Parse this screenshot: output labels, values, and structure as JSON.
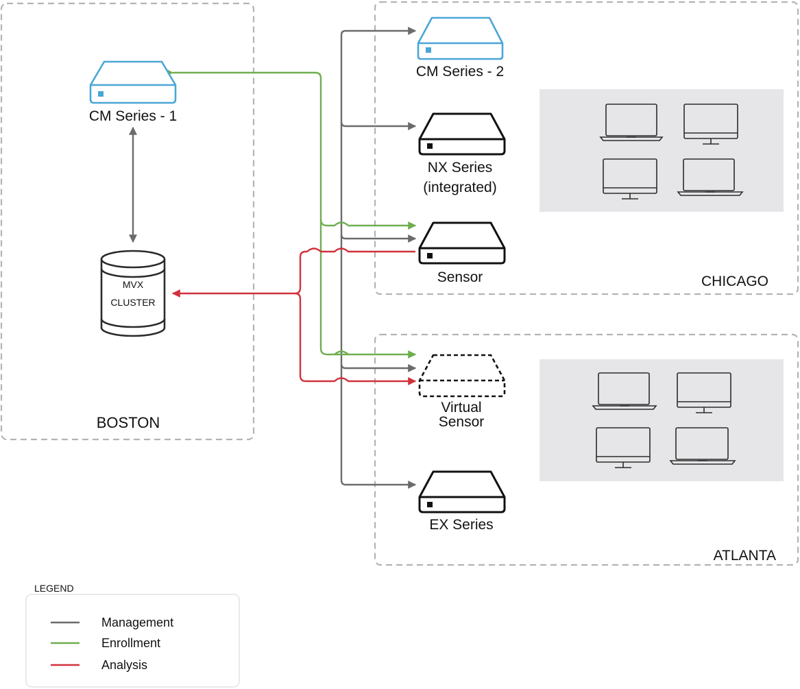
{
  "regions": {
    "boston": "BOSTON",
    "chicago": "CHICAGO",
    "atlanta": "ATLANTA"
  },
  "nodes": {
    "cm1": "CM Series - 1",
    "cm2": "CM Series - 2",
    "nx_line1": "NX Series",
    "nx_line2": "(integrated)",
    "sensor_chicago": "Sensor",
    "mvx_line1": "MVX",
    "mvx_line2": "CLUSTER",
    "virtual_line1": "Virtual",
    "virtual_line2": "Sensor",
    "ex": "EX Series"
  },
  "legend": {
    "title": "LEGEND",
    "items": [
      {
        "label": "Management",
        "color": "#6b6b6b"
      },
      {
        "label": "Enrollment",
        "color": "#6fae4f"
      },
      {
        "label": "Analysis",
        "color": "#d1313c"
      }
    ]
  },
  "colors": {
    "management": "#6b6b6b",
    "enrollment": "#6fae4f",
    "analysis": "#d1313c",
    "cm_device": "#4aa6d6",
    "endpoint_panel": "#e6e6e8"
  },
  "icons": {
    "chicago_endpoints": [
      "laptop",
      "monitor",
      "monitor",
      "laptop"
    ],
    "atlanta_endpoints": [
      "laptop",
      "monitor",
      "monitor",
      "laptop"
    ]
  }
}
